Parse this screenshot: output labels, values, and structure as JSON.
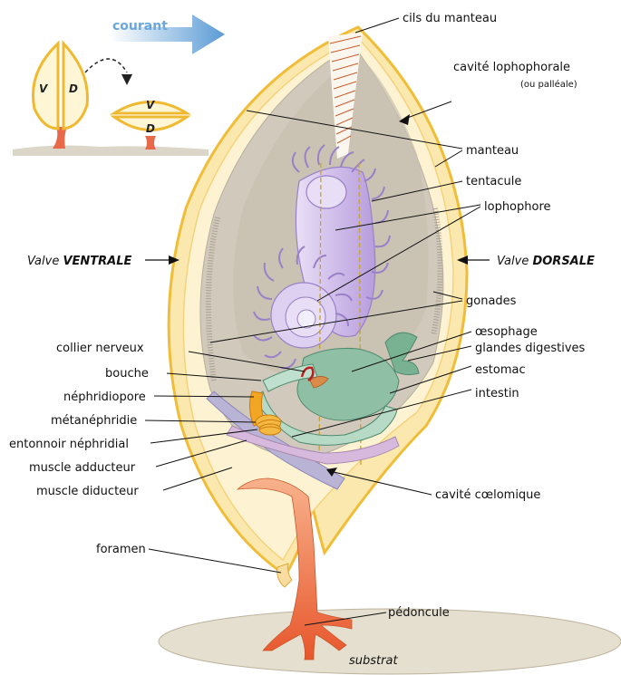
{
  "inset": {
    "courant": "courant",
    "v": "V",
    "d": "D"
  },
  "labels": {
    "cils_du_manteau": "cils du manteau",
    "cavite_lophophorale": "cavité lophophorale",
    "ou_palleale": "(ou palléale)",
    "manteau": "manteau",
    "tentacule": "tentacule",
    "lophophore": "lophophore",
    "valve_ventrale_prefix": "Valve ",
    "valve_ventrale_bold": "VENTRALE",
    "valve_dorsale_prefix": "Valve ",
    "valve_dorsale_bold": "DORSALE",
    "gonades": "gonades",
    "collier_nerveux": "collier nerveux",
    "oesophage": "œsophage",
    "glandes_digestives": "glandes digestives",
    "bouche": "bouche",
    "estomac": "estomac",
    "nephridiopore": "néphridiopore",
    "intestin": "intestin",
    "metanephridie": "métanéphridie",
    "entonnoir_nephridial": "entonnoir néphridial",
    "muscle_adducteur": "muscle adducteur",
    "muscle_diducteur": "muscle diducteur",
    "cavite_coelomique": "cavité cœlomique",
    "foramen": "foramen",
    "pedoncule": "pédoncule",
    "substrat": "substrat"
  },
  "colors": {
    "shell_yellow": "#f3c64a",
    "shell_fill": "#fdf3d2",
    "mantle": "#cfc6b8",
    "lophophore": "#c9b3e6",
    "digestive": "#7fb59a",
    "pedicle": "#ee7b4a",
    "nephridium": "#f2a623",
    "courant_arrow": "#5b9bd5"
  }
}
